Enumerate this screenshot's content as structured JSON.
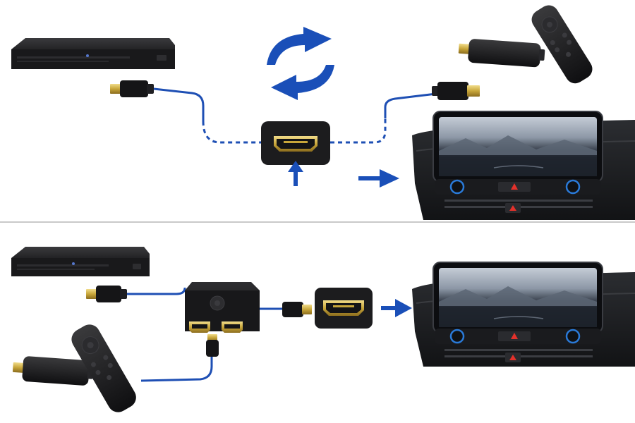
{
  "diagram": {
    "panels": [
      {
        "id": "top",
        "variant": "single-input-swap"
      },
      {
        "id": "bottom",
        "variant": "switch-splitter"
      }
    ],
    "devices": {
      "player": "blu-ray-player",
      "stick": "streaming-stick",
      "remote": "remote-control",
      "switch": "hdmi-switch-box",
      "port": "hdmi-input-port",
      "display": "car-dashboard-screen"
    },
    "icons": [
      "swap-arrows-icon",
      "arrow-right-icon",
      "arrow-up-icon"
    ],
    "colors": {
      "cable": "#1e4fb4",
      "arrow": "#1a4fb8",
      "connector_gold": "#c8a63a",
      "device_body": "#1b1b1d",
      "divider": "#c9c9c9",
      "dial_ring": "#2a7ad8",
      "hazard": "#e3312b"
    }
  }
}
